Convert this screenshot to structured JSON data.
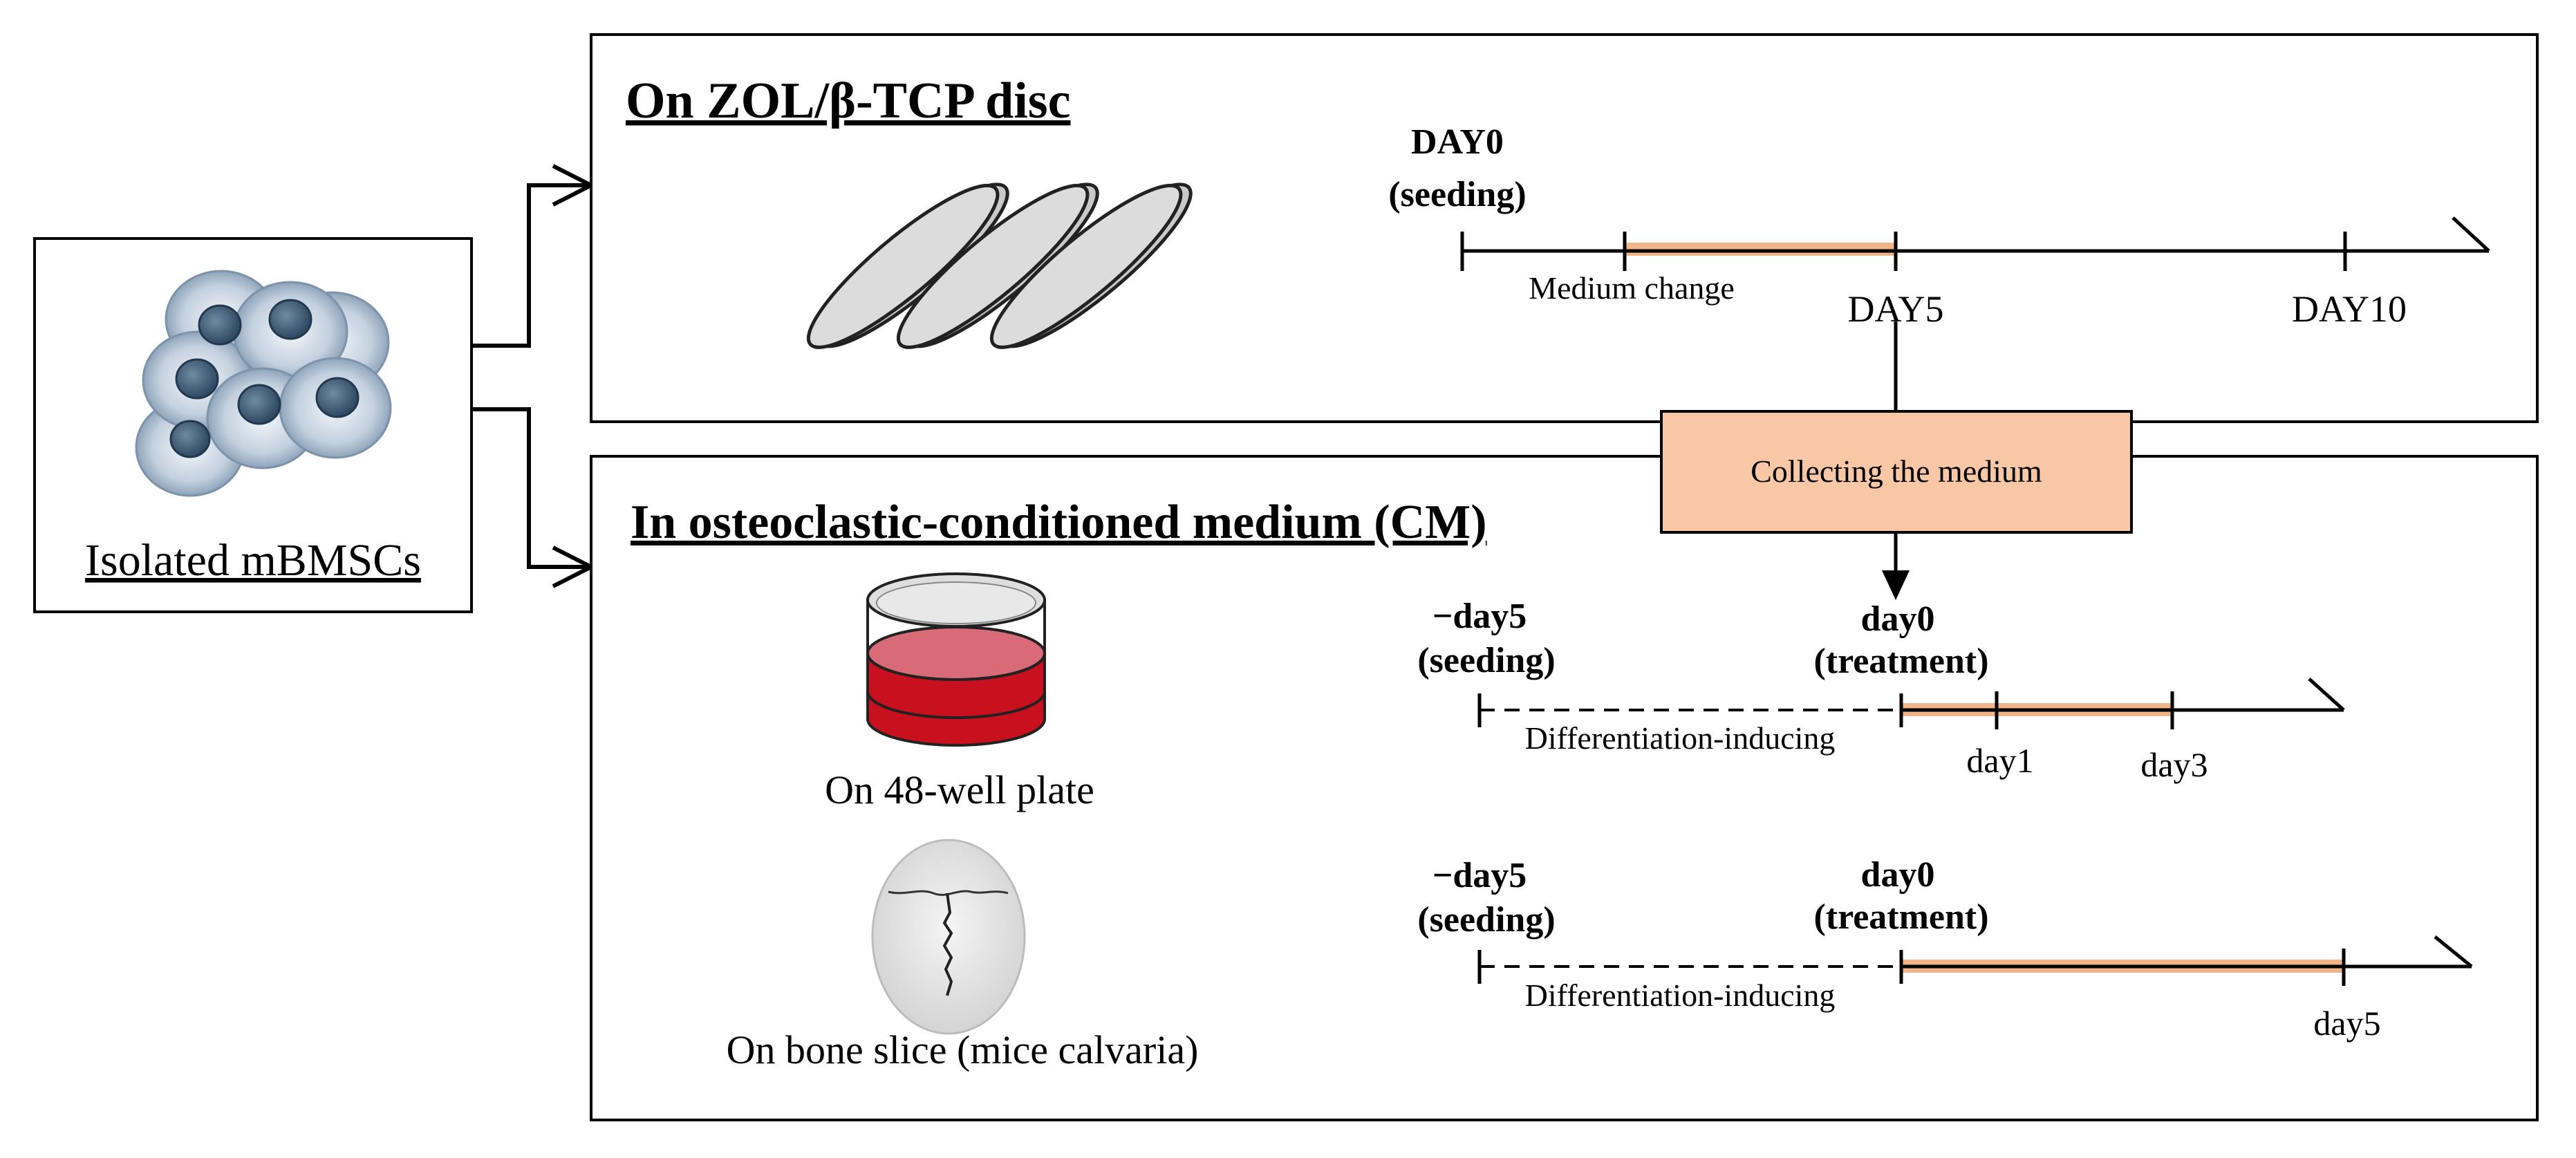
{
  "source_panel": {
    "label": "Isolated mBMSCs"
  },
  "panel_top": {
    "title": "On ZOL/β-TCP disc",
    "timeline": {
      "start_label_line1": "DAY0",
      "start_label_line2": "(seeding)",
      "band_label": "Medium change",
      "mark_day5": "DAY5",
      "mark_day10": "DAY10"
    }
  },
  "collect_box": {
    "label": "Collecting the medium"
  },
  "panel_bottom": {
    "title": "In osteoclastic-conditioned medium (CM)",
    "plate_caption": "On 48-well plate",
    "bone_caption": "On bone slice (mice calvaria)",
    "timeline1": {
      "start_line1": "−day5",
      "start_line2": "(seeding)",
      "treat_line1": "day0",
      "treat_line2": "(treatment)",
      "dashed_label": "Differentiation-inducing",
      "mark_a": "day1",
      "mark_b": "day3"
    },
    "timeline2": {
      "start_line1": "−day5",
      "start_line2": "(seeding)",
      "treat_line1": "day0",
      "treat_line2": "(treatment)",
      "dashed_label": "Differentiation-inducing",
      "mark_a": "day5"
    }
  },
  "colors": {
    "band": "#f4b48a",
    "collect_fill": "#f8c8a6",
    "dish_red": "#c8101e",
    "dish_pink": "#d86a77",
    "cell_fill": "#c7d4e2",
    "nucleus": "#3f5b75",
    "line": "#000000"
  }
}
